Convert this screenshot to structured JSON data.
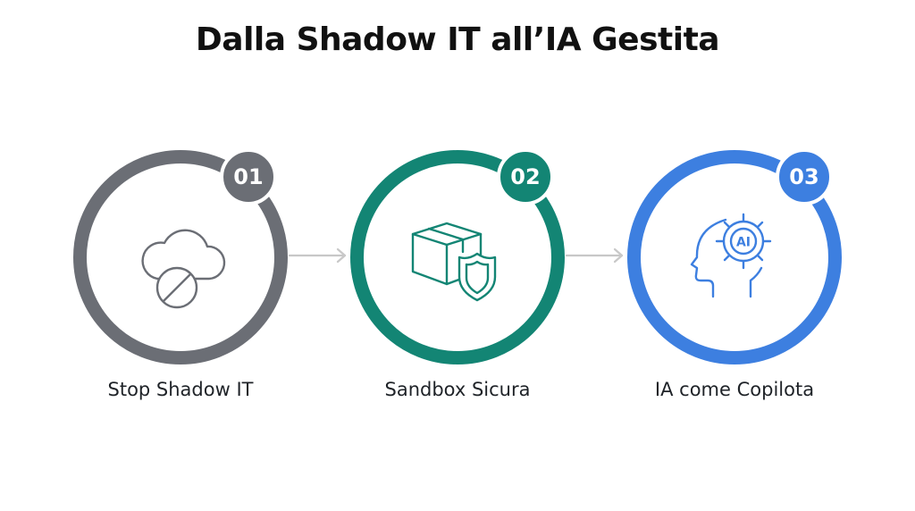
{
  "title": "Dalla Shadow IT all’IA Gestita",
  "colors": {
    "step1": "#6b6e75",
    "step2": "#138574",
    "step3": "#3d7fe0",
    "arrow": "#c8c8c8"
  },
  "steps": [
    {
      "number": "01",
      "label": "Stop Shadow IT",
      "icon": "cloud-blocked-icon"
    },
    {
      "number": "02",
      "label": "Sandbox Sicura",
      "icon": "box-shield-icon"
    },
    {
      "number": "03",
      "label": "IA come Copilota",
      "icon": "head-ai-gear-icon",
      "icon_text": "AI"
    }
  ]
}
